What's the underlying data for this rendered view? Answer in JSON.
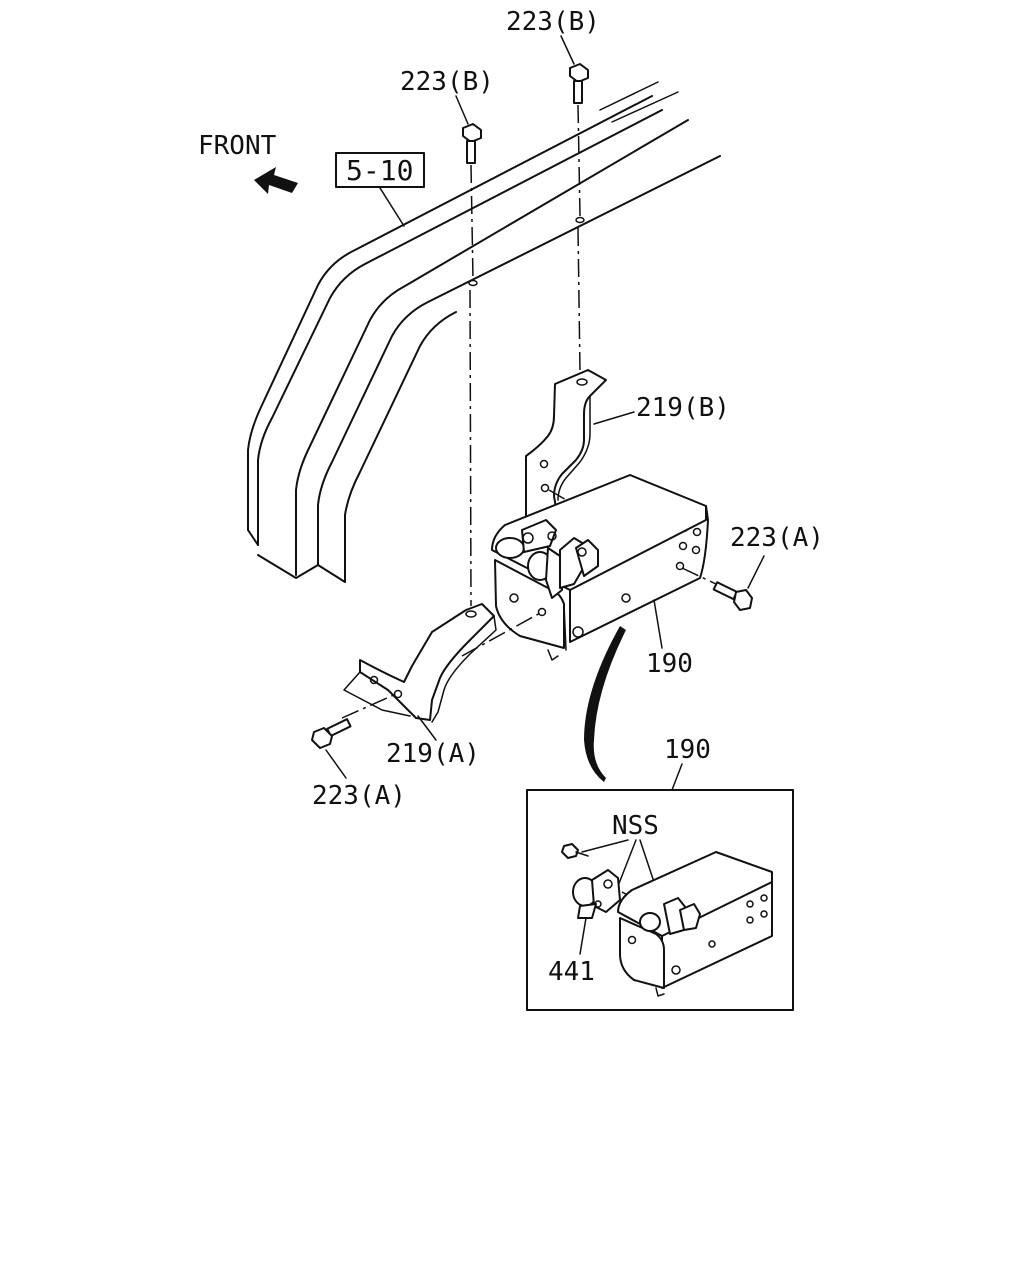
{
  "diagram": {
    "front_label": "FRONT",
    "ref_box": "5-10",
    "labels": {
      "bolt_b_top": "223(B)",
      "bolt_b_left": "223(B)",
      "bracket_b": "219(B)",
      "bolt_a_right": "223(A)",
      "assembly": "190",
      "bracket_a": "219(A)",
      "bolt_a_left": "223(A)",
      "inset_assembly": "190",
      "inset_nss": "NSS",
      "inset_part": "441"
    }
  }
}
